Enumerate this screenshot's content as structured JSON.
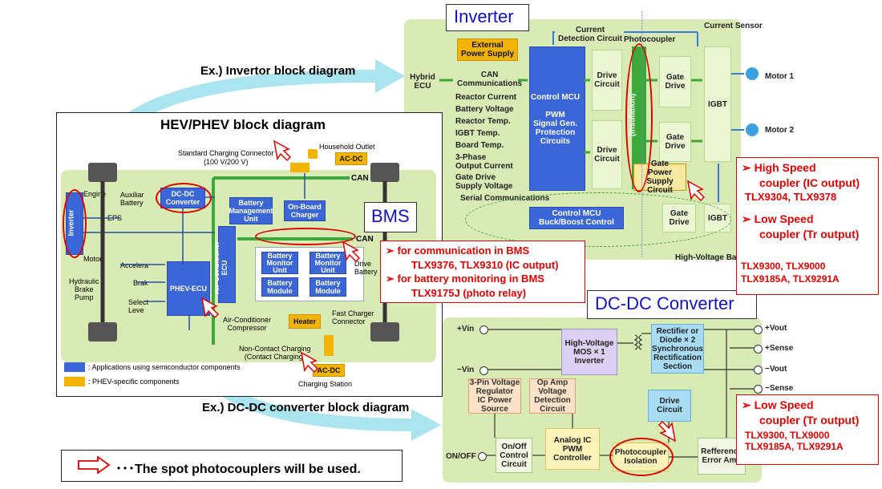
{
  "headings": {
    "ex_inverter": "Ex.) Invertor block diagram",
    "ex_dcdc": "Ex.) DC-DC converter block diagram",
    "hev_title": "HEV/PHEV block diagram"
  },
  "inverter": {
    "title": "Inverter",
    "hybrid_ecu": "Hybrid\nECU",
    "external_power": "External\nPower Supply",
    "current_detection": "Current\nDetection Circuit",
    "photocoupler": "Photocoupler",
    "current_sensor": "Current Sensor",
    "signals": [
      "CAN\nCommunications",
      "Reactor Current",
      "Battery Voltage",
      "Reactor Temp.",
      "IGBT Temp.",
      "Board Temp.",
      "3-Phase\nOutput Current",
      "Gate Drive\nSupply Voltage",
      "Serial Communications"
    ],
    "control_mcu": "Control MCU",
    "pwm_block": "PWM\nSignal Gen.\nProtection\nCircuits",
    "drive_circuit_1": "Drive\nCircuit",
    "drive_circuit_2": "Drive\nCircuit",
    "insulation": "(Insulation)",
    "gate_drive_1": "Gate\nDrive",
    "gate_drive_2": "Gate\nDrive",
    "gate_drive_3": "Gate\nDrive",
    "gate_power_supply": "Gate\nPower Supply\nCircuit",
    "igbt_1": "IGBT",
    "igbt_2": "IGBT",
    "motor_1": "Motor 1",
    "motor_2": "Motor 2",
    "control_mcu_boost": "Control MCU\nBuck/Boost Control",
    "high_voltage_ba": "High-Voltage Ba",
    "buck_boost_partial": "Buck/Boost"
  },
  "hev": {
    "standard_charging": "Standard Charging Connector\n(100 V/200 V)",
    "household_outlet": "Household Outlet",
    "ac_dc_1": "AC-DC",
    "ac_dc_2": "AC-DC",
    "can_1": "CAN",
    "can_2": "CAN",
    "engine": "Engine",
    "auxiliary_battery": "Auxiliar\nBattery",
    "dcdc_converter": "DC-DC\nConverter",
    "eps": "EPS",
    "inverter": "Inverter",
    "motor": "Motor",
    "bms_unit": "Battery\nManagement\nUnit",
    "onboard_charger": "On-Board\nCharger",
    "aircon_ecu": "Air-Conditioner\nECU",
    "battery_monitor_1": "Battery\nMonitor\nUnit",
    "battery_monitor_2": "Battery\nMonitor\nUnit",
    "battery_module_1": "Battery\nModule",
    "battery_module_2": "Battery\nModule",
    "drive_battery": "Drive\nBattery",
    "accelerator": "Accelera",
    "brake": "Brak",
    "select_lever": "Select\nLeve",
    "hydraulic_pump": "Hydraulic\nBrake\nPump",
    "phev_ecu": "PHEV-ECU",
    "aircon_compressor": "Air-Conditioner\nCompressor",
    "heater": "Heater",
    "fast_charger": "Fast Charger\nConnector",
    "non_contact": "Non-Contact Charging\n(Contact Charging)",
    "charging_station": "Charging Station",
    "legend_blue": ": Applications using semiconductor components",
    "legend_yellow": ": PHEV-specific components"
  },
  "bms_label": "BMS",
  "dcdc": {
    "title": "DC-DC Converter",
    "vin_pos": "+Vin",
    "vin_neg": "−Vin",
    "vout_pos": "+Vout",
    "sense_pos": "+Sense",
    "vout_neg": "−Vout",
    "sense_neg": "−Sense",
    "hv_mos": "High-Voltage\nMOS × 1\nInverter",
    "rectifier": "Rectifier or\nDiode × 2\nSynchronous\nRectification\nSection",
    "regulator": "3-Pin Voltage\nRegulator\nIC Power\nSource",
    "opamp": "Op Amp\nVoltage\nDetection\nCircuit",
    "drive_circuit": "Drive\nCircuit",
    "on_off": "ON/OFF",
    "onoff_circuit": "On/Off\nControl\nCircuit",
    "analog_ic": "Analog IC\nPWM\nController",
    "photocoupler_iso": "Photocoupler\nIsolation",
    "reference": "Refference\nError Amp"
  },
  "callouts": {
    "high_speed": {
      "line1": "➢ High Speed",
      "line2": "coupler (IC output)",
      "line3": "TLX9304, TLX9378",
      "line4": "➢ Low Speed",
      "line5": "coupler (Tr output)",
      "parts1": "TLX9300, TLX9000",
      "parts2": "TLX9185A, TLX9291A"
    },
    "bms": {
      "line1": "➢ for communication in BMS",
      "line2": "TLX9376, TLX9310 (IC output)",
      "line3": "➢ for battery monitoring in BMS",
      "line4": "TLX9175J (photo relay)"
    },
    "low_speed": {
      "line1": "➢ Low Speed",
      "line2": "coupler (Tr output)",
      "parts1": "TLX9300, TLX9000",
      "parts2": "TLX9185A, TLX9291A"
    }
  },
  "footnote": "･･･The spot photocouplers will be used.",
  "colors": {
    "panel_green": "#d8ebb4",
    "mcu_blue": "#3a66d8",
    "accent_red": "#e00000",
    "arrow_cyan": "#a9e4ef",
    "title_blue": "#1010c8"
  }
}
